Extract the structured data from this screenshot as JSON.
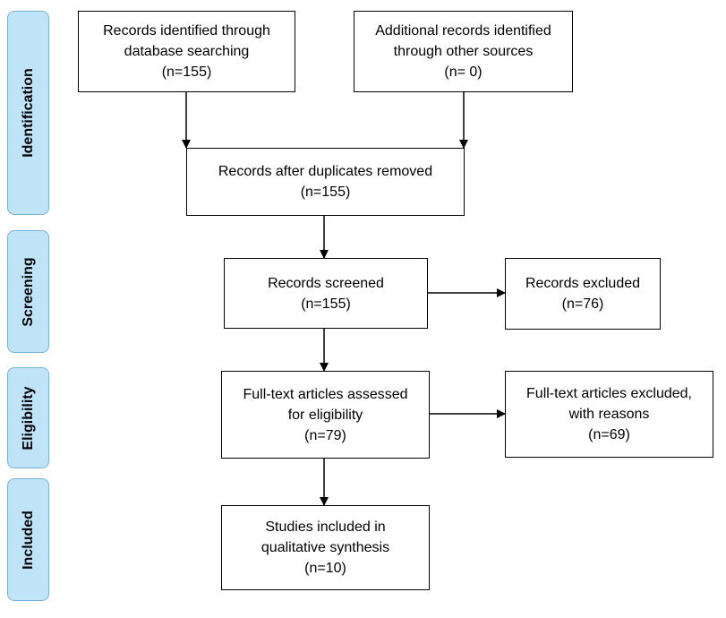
{
  "stages": {
    "identification": "Identification",
    "screening": "Screening",
    "eligibility": "Eligibility",
    "included": "Included"
  },
  "boxes": {
    "database": [
      "Records identified through",
      "database searching",
      "(n=155)"
    ],
    "other_sources": [
      "Additional records identified",
      "through other sources",
      "(n= 0)"
    ],
    "duplicates_removed": [
      "Records after duplicates removed",
      "(n=155)"
    ],
    "screened": [
      "Records screened",
      "(n=155)"
    ],
    "excluded": [
      "Records excluded",
      "(n=76)"
    ],
    "fulltext_assessed": [
      "Full-text articles assessed",
      "for eligibility",
      "(n=79)"
    ],
    "fulltext_excluded": [
      "Full-text articles excluded,",
      "with reasons",
      "(n=69)"
    ],
    "included": [
      "Studies included in",
      "qualitative synthesis",
      "(n=10)"
    ]
  },
  "colors": {
    "stage_fill": "#bfe3f7",
    "stage_border": "#7ab3d6",
    "line": "#000000"
  }
}
